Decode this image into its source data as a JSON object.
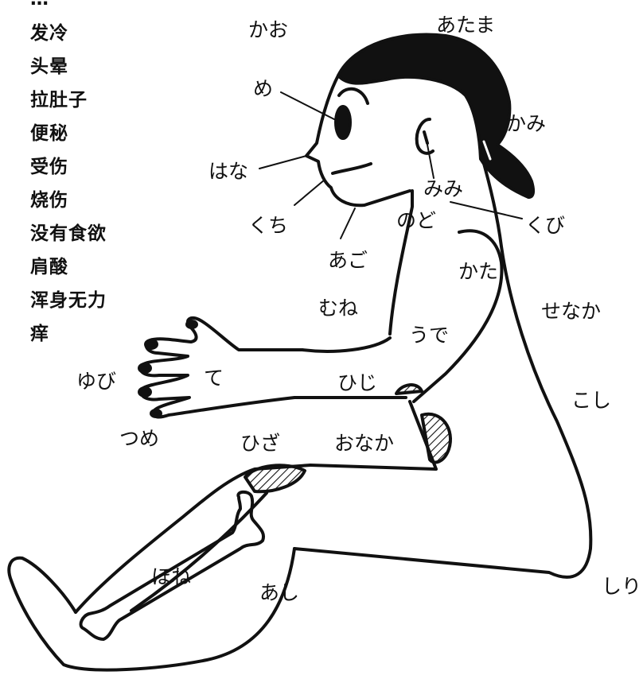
{
  "symptoms": {
    "partial_top": "…",
    "items": [
      "发冷",
      "头晕",
      "拉肚子",
      "便秘",
      "受伤",
      "烧伤",
      "没有食欲",
      "肩酸",
      "浑身无力",
      "痒"
    ]
  },
  "labels": {
    "kao": "かお",
    "atama": "あたま",
    "me": "め",
    "kami": "かみ",
    "hana": "はな",
    "mimi": "みみ",
    "kuchi": "くち",
    "nodo": "のど",
    "kubi": "くび",
    "ago": "あご",
    "kata": "かた",
    "mune": "むね",
    "senaka": "せなか",
    "ude": "うで",
    "yubi": "ゆび",
    "te": "て",
    "hiji": "ひじ",
    "koshi": "こし",
    "tsume": "つめ",
    "hiza": "ひざ",
    "onaka": "おなか",
    "hone": "ほね",
    "ashi": "あし",
    "shiri": "しり"
  },
  "colors": {
    "ink": "#111111",
    "hair": "#111111",
    "background": "#ffffff"
  }
}
